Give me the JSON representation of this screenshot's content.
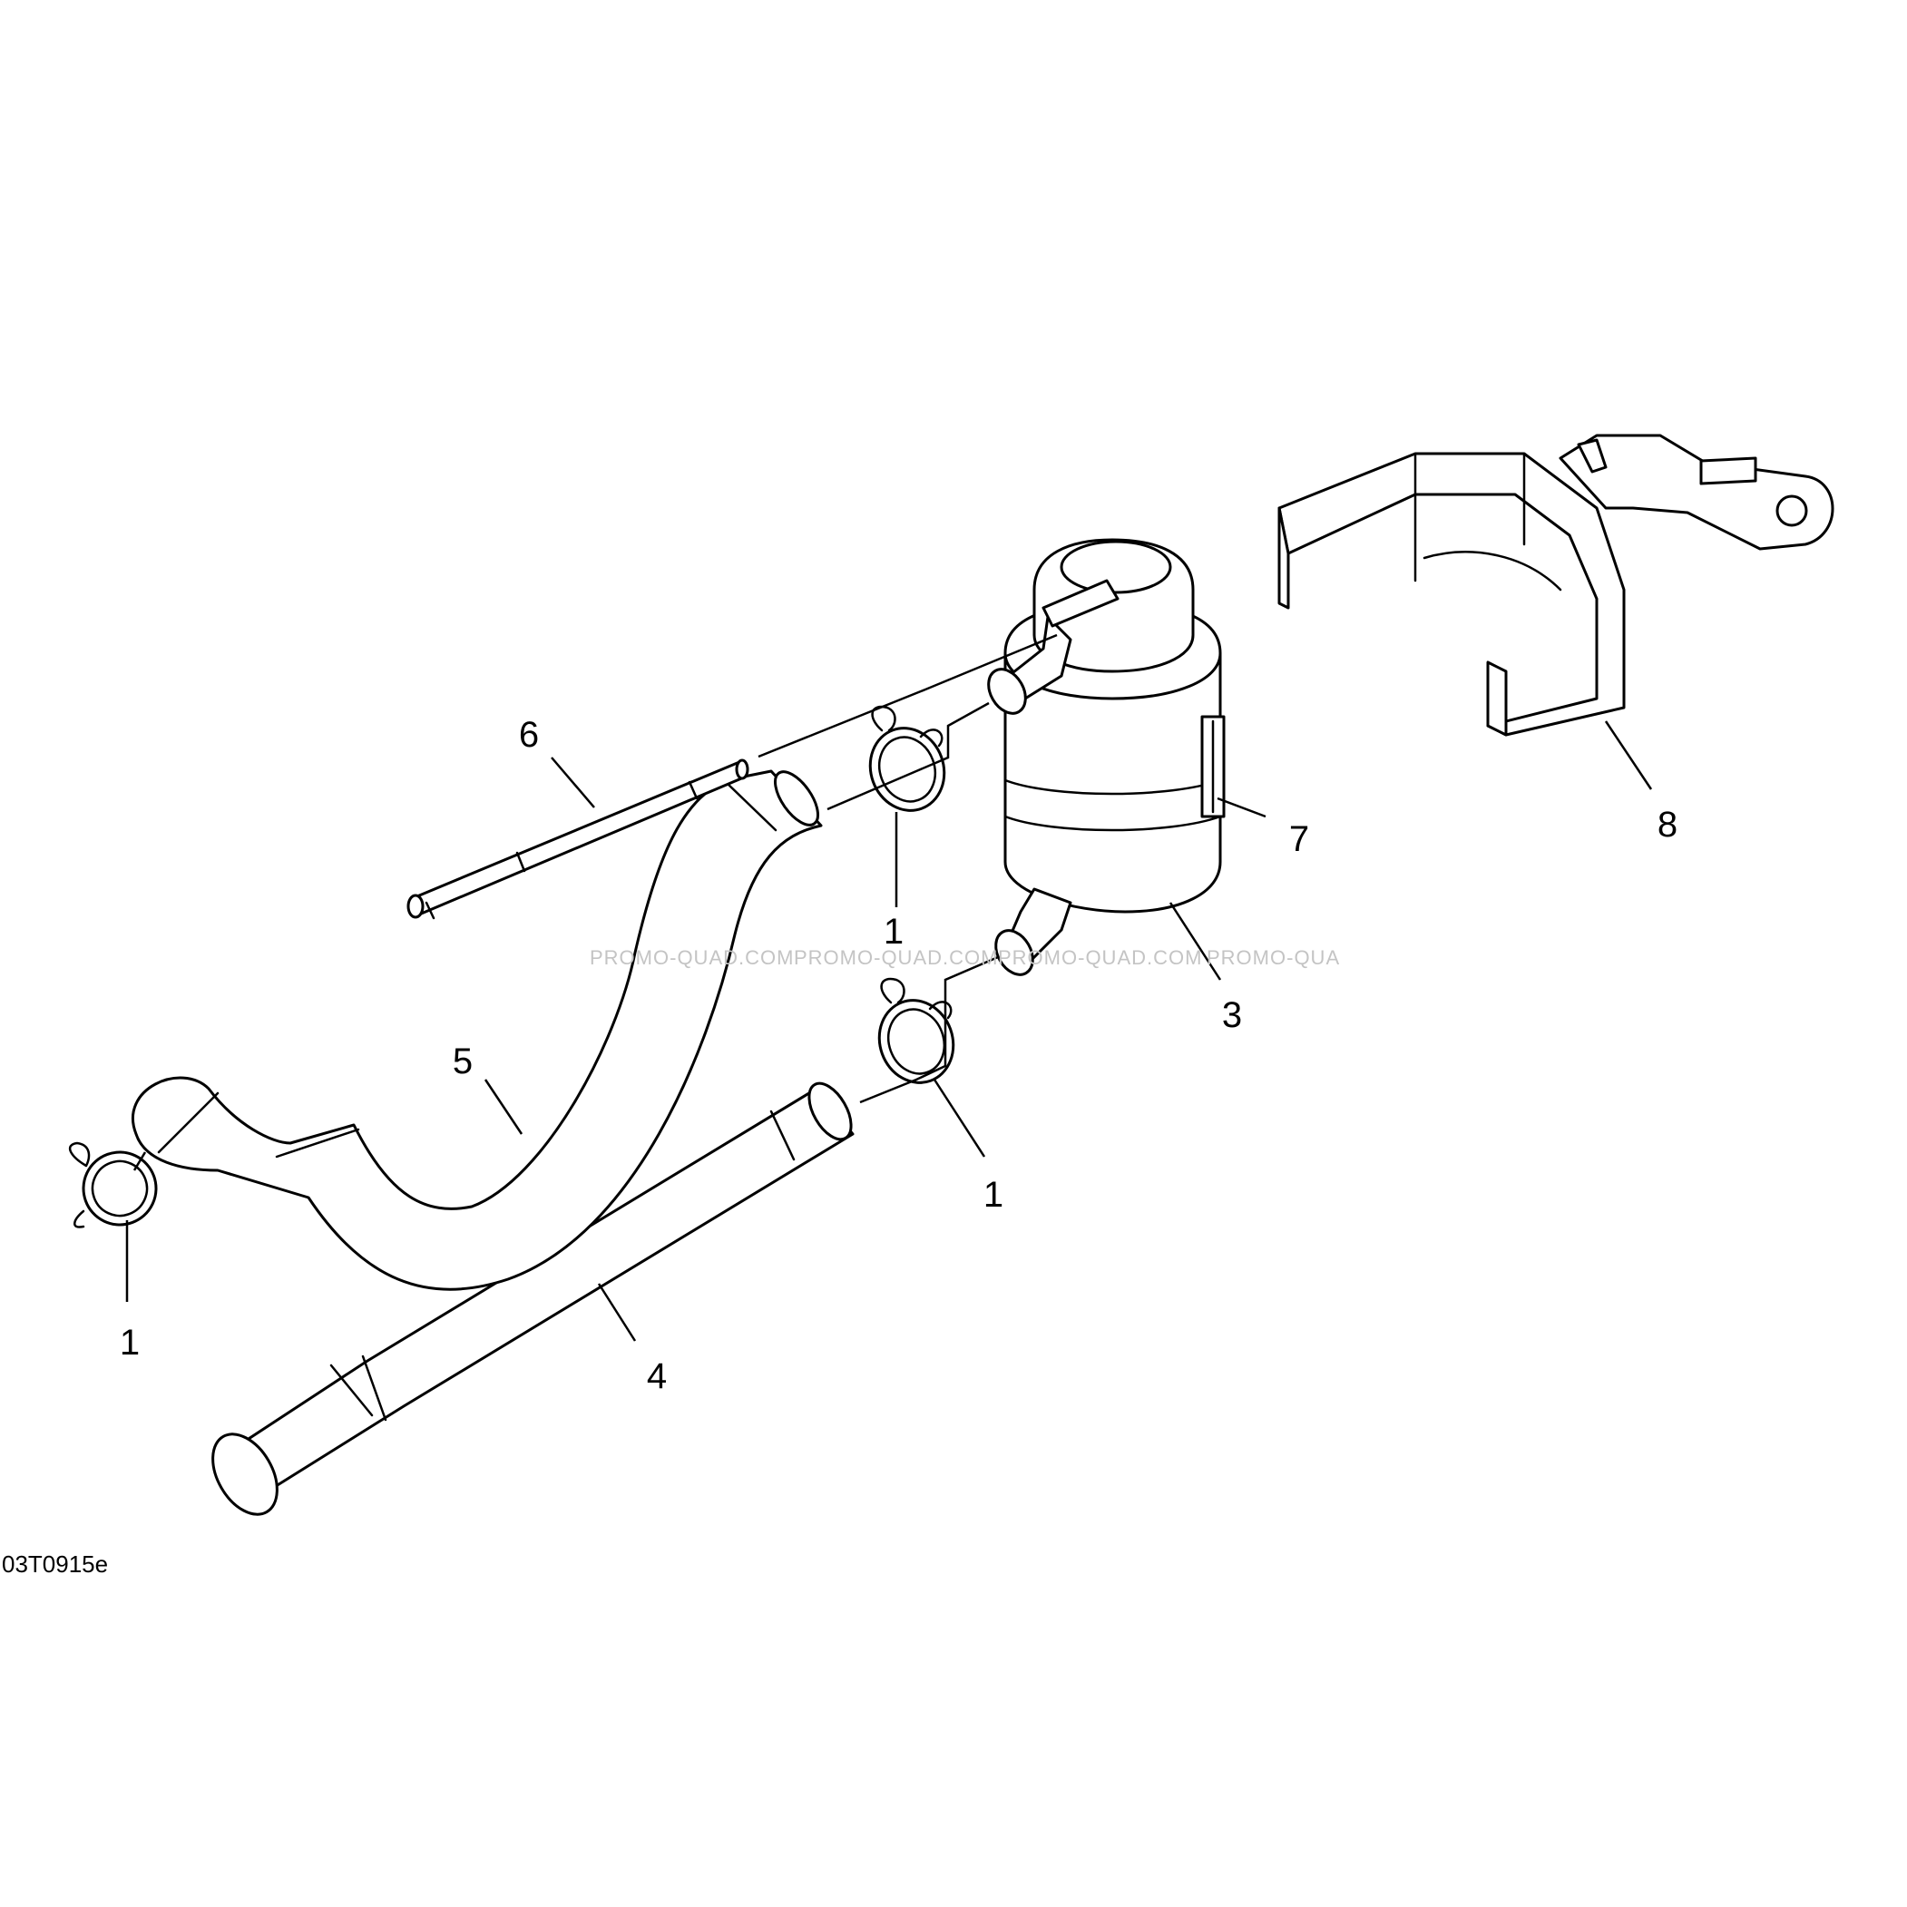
{
  "drawing_code": "03T0915e",
  "watermark": "PROMO-QUAD.COM",
  "watermark_cut": "PROMO-QUA",
  "callouts": {
    "c1a": "1",
    "c1b": "1",
    "c1c": "1",
    "c3": "3",
    "c4": "4",
    "c5": "5",
    "c6": "6",
    "c7": "7",
    "c8": "8"
  }
}
